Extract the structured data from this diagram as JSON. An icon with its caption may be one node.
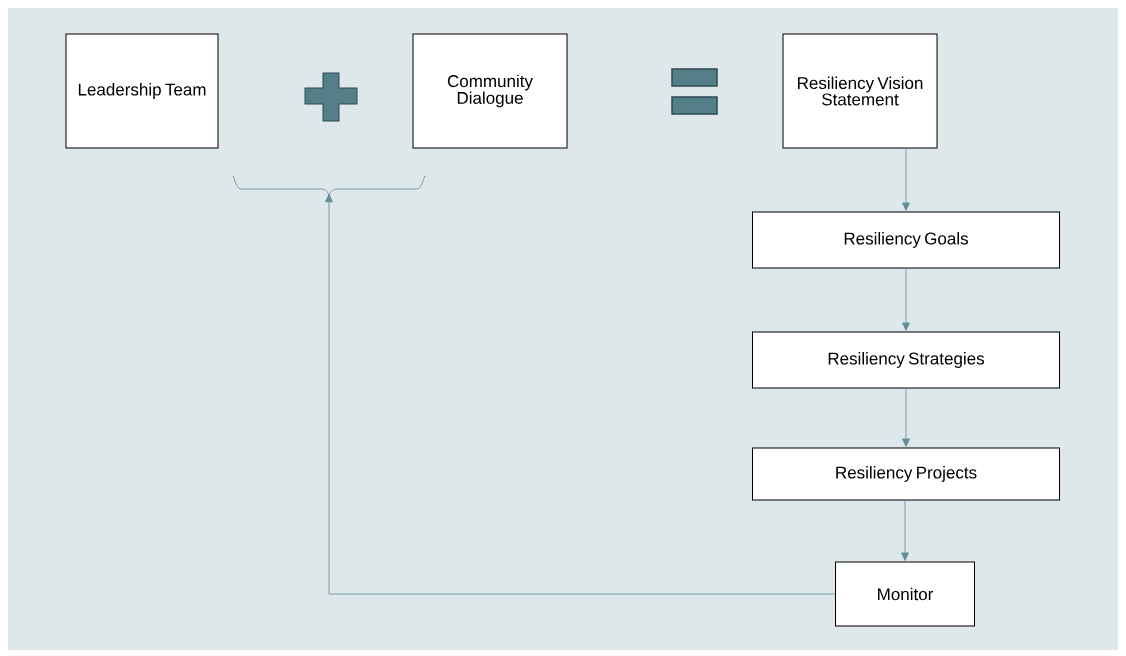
{
  "diagram": {
    "nodes": [
      {
        "text": [
          "Leadership Team"
        ]
      },
      {
        "text": [
          "Community Dialogue"
        ]
      },
      {
        "text": [
          "Resiliency Vision Statement"
        ]
      },
      {
        "text": [
          "Resiliency Goals"
        ]
      },
      {
        "text": [
          "Resiliency Strategies"
        ]
      },
      {
        "text": [
          "Resiliency Projects"
        ]
      },
      {
        "text": [
          "Monitor"
        ]
      },
      {
        "text": [],
        "shape": "brace"
      }
    ],
    "edges": [
      {
        "from": 2,
        "to": 3,
        "arrow": "to"
      },
      {
        "from": 3,
        "to": 4,
        "arrow": "to"
      },
      {
        "from": 4,
        "to": 5,
        "arrow": "to"
      },
      {
        "from": 5,
        "to": 6,
        "arrow": "to"
      },
      {
        "from": 6,
        "to": 7,
        "arrow": "to"
      }
    ]
  }
}
